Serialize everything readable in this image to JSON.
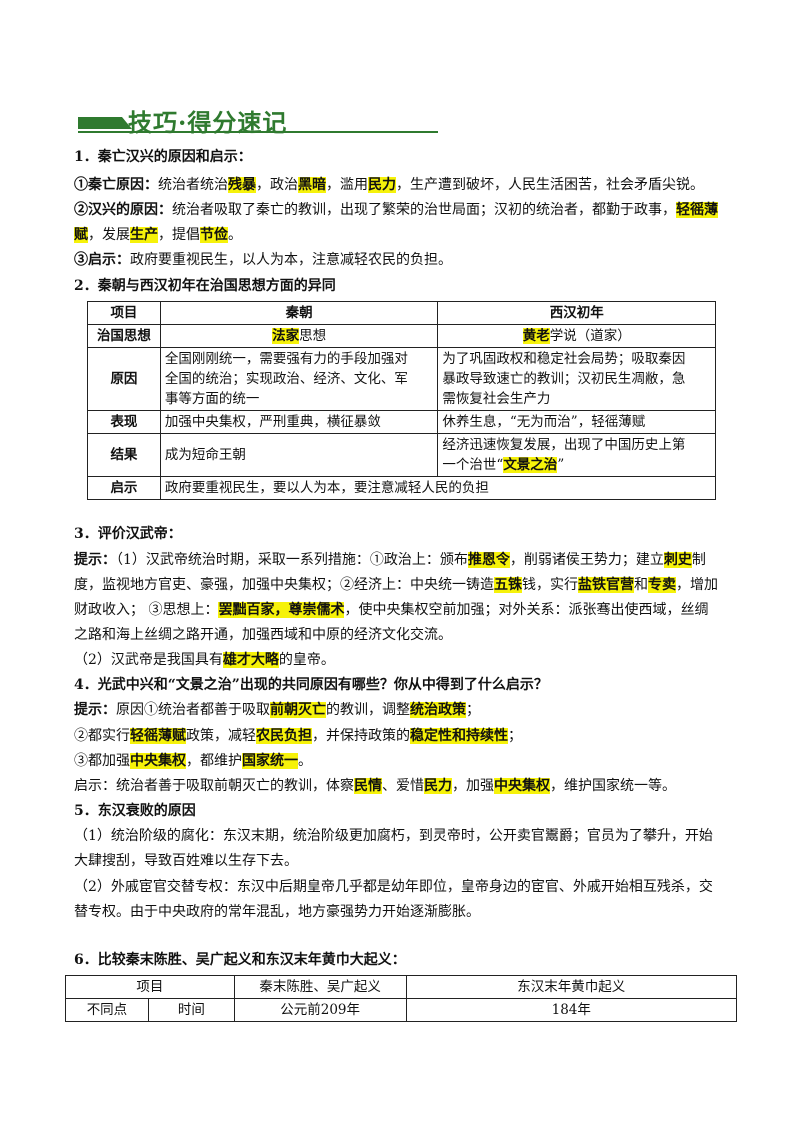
{
  "header": {
    "title": "技巧·得分速记"
  },
  "s1": {
    "heading": "1．秦亡汉兴的原因和启示：",
    "l1": {
      "a": "①秦亡原因：",
      "b": "统治者统治",
      "c": "残暴",
      "d": "，政治",
      "e": "黑暗",
      "f": "，滥用",
      "g": "民力",
      "h": "，生产遭到破坏，人民生活困苦，社会矛盾尖锐。"
    },
    "l2": {
      "a": "②汉兴的原因：",
      "b": "统治者吸取了秦亡的教训，出现了繁荣的治世局面；汉初的统治者，都勤于政事，",
      "c": "轻徭薄"
    },
    "l3": {
      "a": "赋",
      "b": "，发展",
      "c": "生产",
      "d": "，提倡",
      "e": "节俭",
      "f": "。"
    },
    "l4": {
      "a": "③启示：",
      "b": "政府要重视民生，以人为本，注意减轻农民的负担。"
    }
  },
  "s2": {
    "heading": "2．秦朝与西汉初年在治国思想方面的异同",
    "table": {
      "h": [
        "项目",
        "秦朝",
        "西汉初年"
      ],
      "r1": {
        "k": "治国思想",
        "q1": "法家",
        "q2": "思想",
        "w1": "黄老",
        "w2": "学说（道家）"
      },
      "r2": {
        "k": "原因",
        "q": [
          "全国刚刚统一，需要强有力的手段加强对",
          "全国的统治；实现政治、经济、文化、军",
          "事等方面的统一"
        ],
        "w": [
          "为了巩固政权和稳定社会局势；吸取秦因",
          "暴政导致速亡的教训；汉初民生凋敝，急",
          "需恢复社会生产力"
        ]
      },
      "r3": {
        "k": "表现",
        "q": "加强中央集权，严刑重典，横征暴敛",
        "w": "休养生息，“无为而治”，轻徭薄赋"
      },
      "r4": {
        "k": "结果",
        "q": "成为短命王朝",
        "w1": "经济迅速恢复发展，出现了中国历史上第",
        "w2a": "一个治世“",
        "w2b": "文景之治",
        "w2c": "”"
      },
      "r5": {
        "k": "启示",
        "v": "政府要重视民生，要以人为本，要注意减轻人民的负担"
      }
    }
  },
  "s3": {
    "heading": "3．评价汉武帝：",
    "l1": {
      "a": "提示：",
      "b": "（1）汉武帝统治时期，采取一系列措施：①政治上：颁布",
      "c": "推恩令",
      "d": "，削弱诸侯王势力；建立",
      "e": "刺史",
      "f": "制"
    },
    "l2": {
      "a": "度，监视地方官吏、豪强，加强中央集权；②经济上：中央统一铸造",
      "b": "五铢",
      "c": "钱，实行",
      "d": "盐铁官营",
      "e": "和",
      "f": "专卖",
      "g": "，增加"
    },
    "l3": {
      "a": "财政收入；  ③思想上：",
      "b": "罢黜百家，尊崇儒术",
      "c": "，使中央集权空前加强；对外关系：派张骞出使西域，丝绸"
    },
    "l4": "之路和海上丝绸之路开通，加强西域和中原的经济文化交流。",
    "l5": {
      "a": "（2）汉武帝是我国具有",
      "b": "雄才大略",
      "c": "的皇帝。"
    }
  },
  "s4": {
    "heading": "4．光武中兴和“文景之治”出现的共同原因有哪些？你从中得到了什么启示？",
    "l1": {
      "a": "提示：",
      "b": "原因①统治者都善于吸取",
      "c": "前朝灭亡",
      "d": "的教训，调整",
      "e": "统治政策",
      "f": "；"
    },
    "l2": {
      "a": "②都实行",
      "b": "轻徭薄赋",
      "c": "政策，减轻",
      "d": "农民负担",
      "e": "，并保持政策的",
      "f": "稳定性和持续性",
      "g": "；"
    },
    "l3": {
      "a": "③都加强",
      "b": "中央集权",
      "c": "，都维护",
      "d": "国家统一",
      "e": "。"
    },
    "l4": {
      "a": "启示：统治者善于吸取前朝灭亡的教训，体察",
      "b": "民情",
      "c": "、爱惜",
      "d": "民力",
      "e": "，加强",
      "f": "中央集权",
      "g": "，维护国家统一等。"
    }
  },
  "s5": {
    "heading": "5．东汉衰败的原因",
    "l1": "（1）统治阶级的腐化：东汉末期，统治阶级更加腐朽，到灵帝时，公开卖官鬻爵；官员为了攀升，开始",
    "l2": "大肆搜刮，导致百姓难以生存下去。",
    "l3": "（2）外戚宦官交替专权：东汉中后期皇帝几乎都是幼年即位，皇帝身边的宦官、外戚开始相互残杀，交",
    "l4": "替专权。由于中央政府的常年混乱，地方豪强势力开始逐渐膨胀。"
  },
  "s6": {
    "heading": "6．比较秦末陈胜、吴广起义和东汉末年黄巾大起义：",
    "table": {
      "h": [
        "项目",
        "秦末陈胜、吴广起义",
        "东汉末年黄巾起义"
      ],
      "r1": [
        "不同点",
        "时间",
        "公元前209年",
        "184年"
      ]
    }
  },
  "colors": {
    "highlight": "#f6f20a",
    "brand": "#2f7a2f"
  }
}
